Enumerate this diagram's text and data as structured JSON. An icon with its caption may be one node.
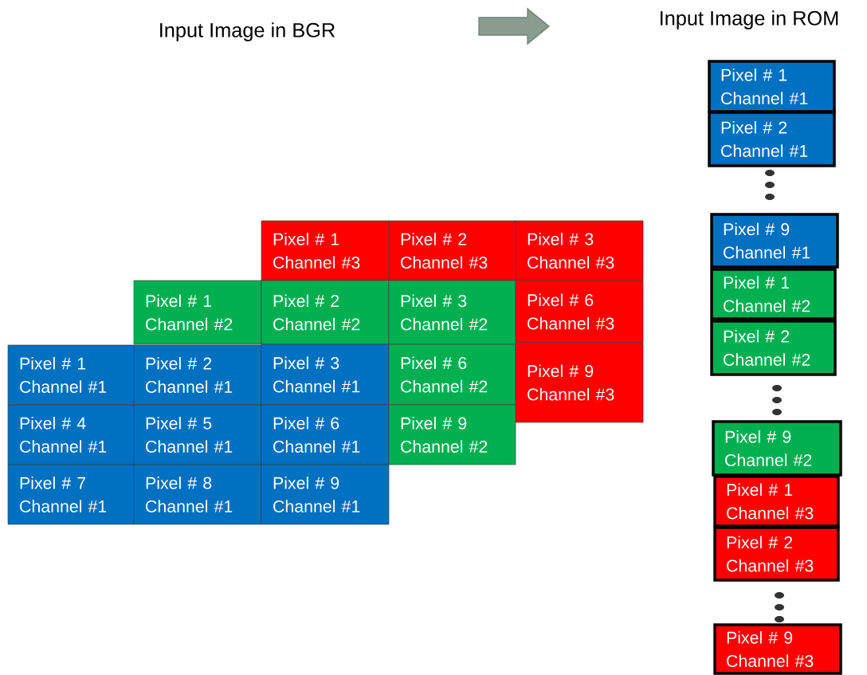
{
  "diagram": {
    "nodes": [
      {
        "text": [
          "Pixel # 1",
          "Channel #3"
        ]
      },
      {
        "text": [
          "Pixel # 2",
          "Channel #3"
        ]
      },
      {
        "text": [
          "Pixel # 3",
          "Channel #3"
        ]
      },
      {
        "text": [
          "Pixel # 1",
          "Channel #2"
        ]
      },
      {
        "text": [
          "Pixel # 2",
          "Channel #2"
        ]
      },
      {
        "text": [
          "Pixel # 3",
          "Channel #2"
        ]
      },
      {
        "text": [
          "Pixel # 6",
          "Channel #3"
        ]
      },
      {
        "text": [
          "Pixel # 1",
          "Channel #1"
        ]
      },
      {
        "text": [
          "Pixel # 2",
          "Channel #1"
        ]
      },
      {
        "text": [
          "Pixel # 3",
          "Channel #1"
        ]
      },
      {
        "text": [
          "Pixel # 6",
          "Channel #2"
        ]
      },
      {
        "text": [
          "Pixel # 9",
          "Channel #3"
        ]
      },
      {
        "text": [
          "Pixel # 4",
          "Channel #1"
        ]
      },
      {
        "text": [
          "Pixel # 5",
          "Channel #1"
        ]
      },
      {
        "text": [
          "Pixel # 6",
          "Channel #1"
        ]
      },
      {
        "text": [
          "Pixel # 9",
          "Channel #2"
        ]
      },
      {
        "text": [
          "Pixel # 7",
          "Channel #1"
        ]
      },
      {
        "text": [
          "Pixel # 8",
          "Channel #1"
        ]
      },
      {
        "text": [
          "Pixel # 9",
          "Channel #1"
        ]
      },
      {
        "text": [
          "Pixel # 1",
          "Channel #1"
        ]
      },
      {
        "text": [
          "Pixel # 2",
          "Channel #1"
        ]
      },
      {
        "text": [
          "Pixel # 9",
          "Channel #1"
        ]
      },
      {
        "text": [
          "Pixel # 1",
          "Channel #2"
        ]
      },
      {
        "text": [
          "Pixel # 2",
          "Channel #2"
        ]
      },
      {
        "text": [
          "Pixel # 9",
          "Channel #2"
        ]
      },
      {
        "text": [
          "Pixel # 1",
          "Channel #3"
        ]
      },
      {
        "text": [
          "Pixel # 2",
          "Channel #3"
        ]
      },
      {
        "text": [
          "Pixel # 9",
          "Channel #3"
        ]
      }
    ],
    "labels": [
      "Input Image in BGR",
      "Input Image in ROM"
    ]
  }
}
